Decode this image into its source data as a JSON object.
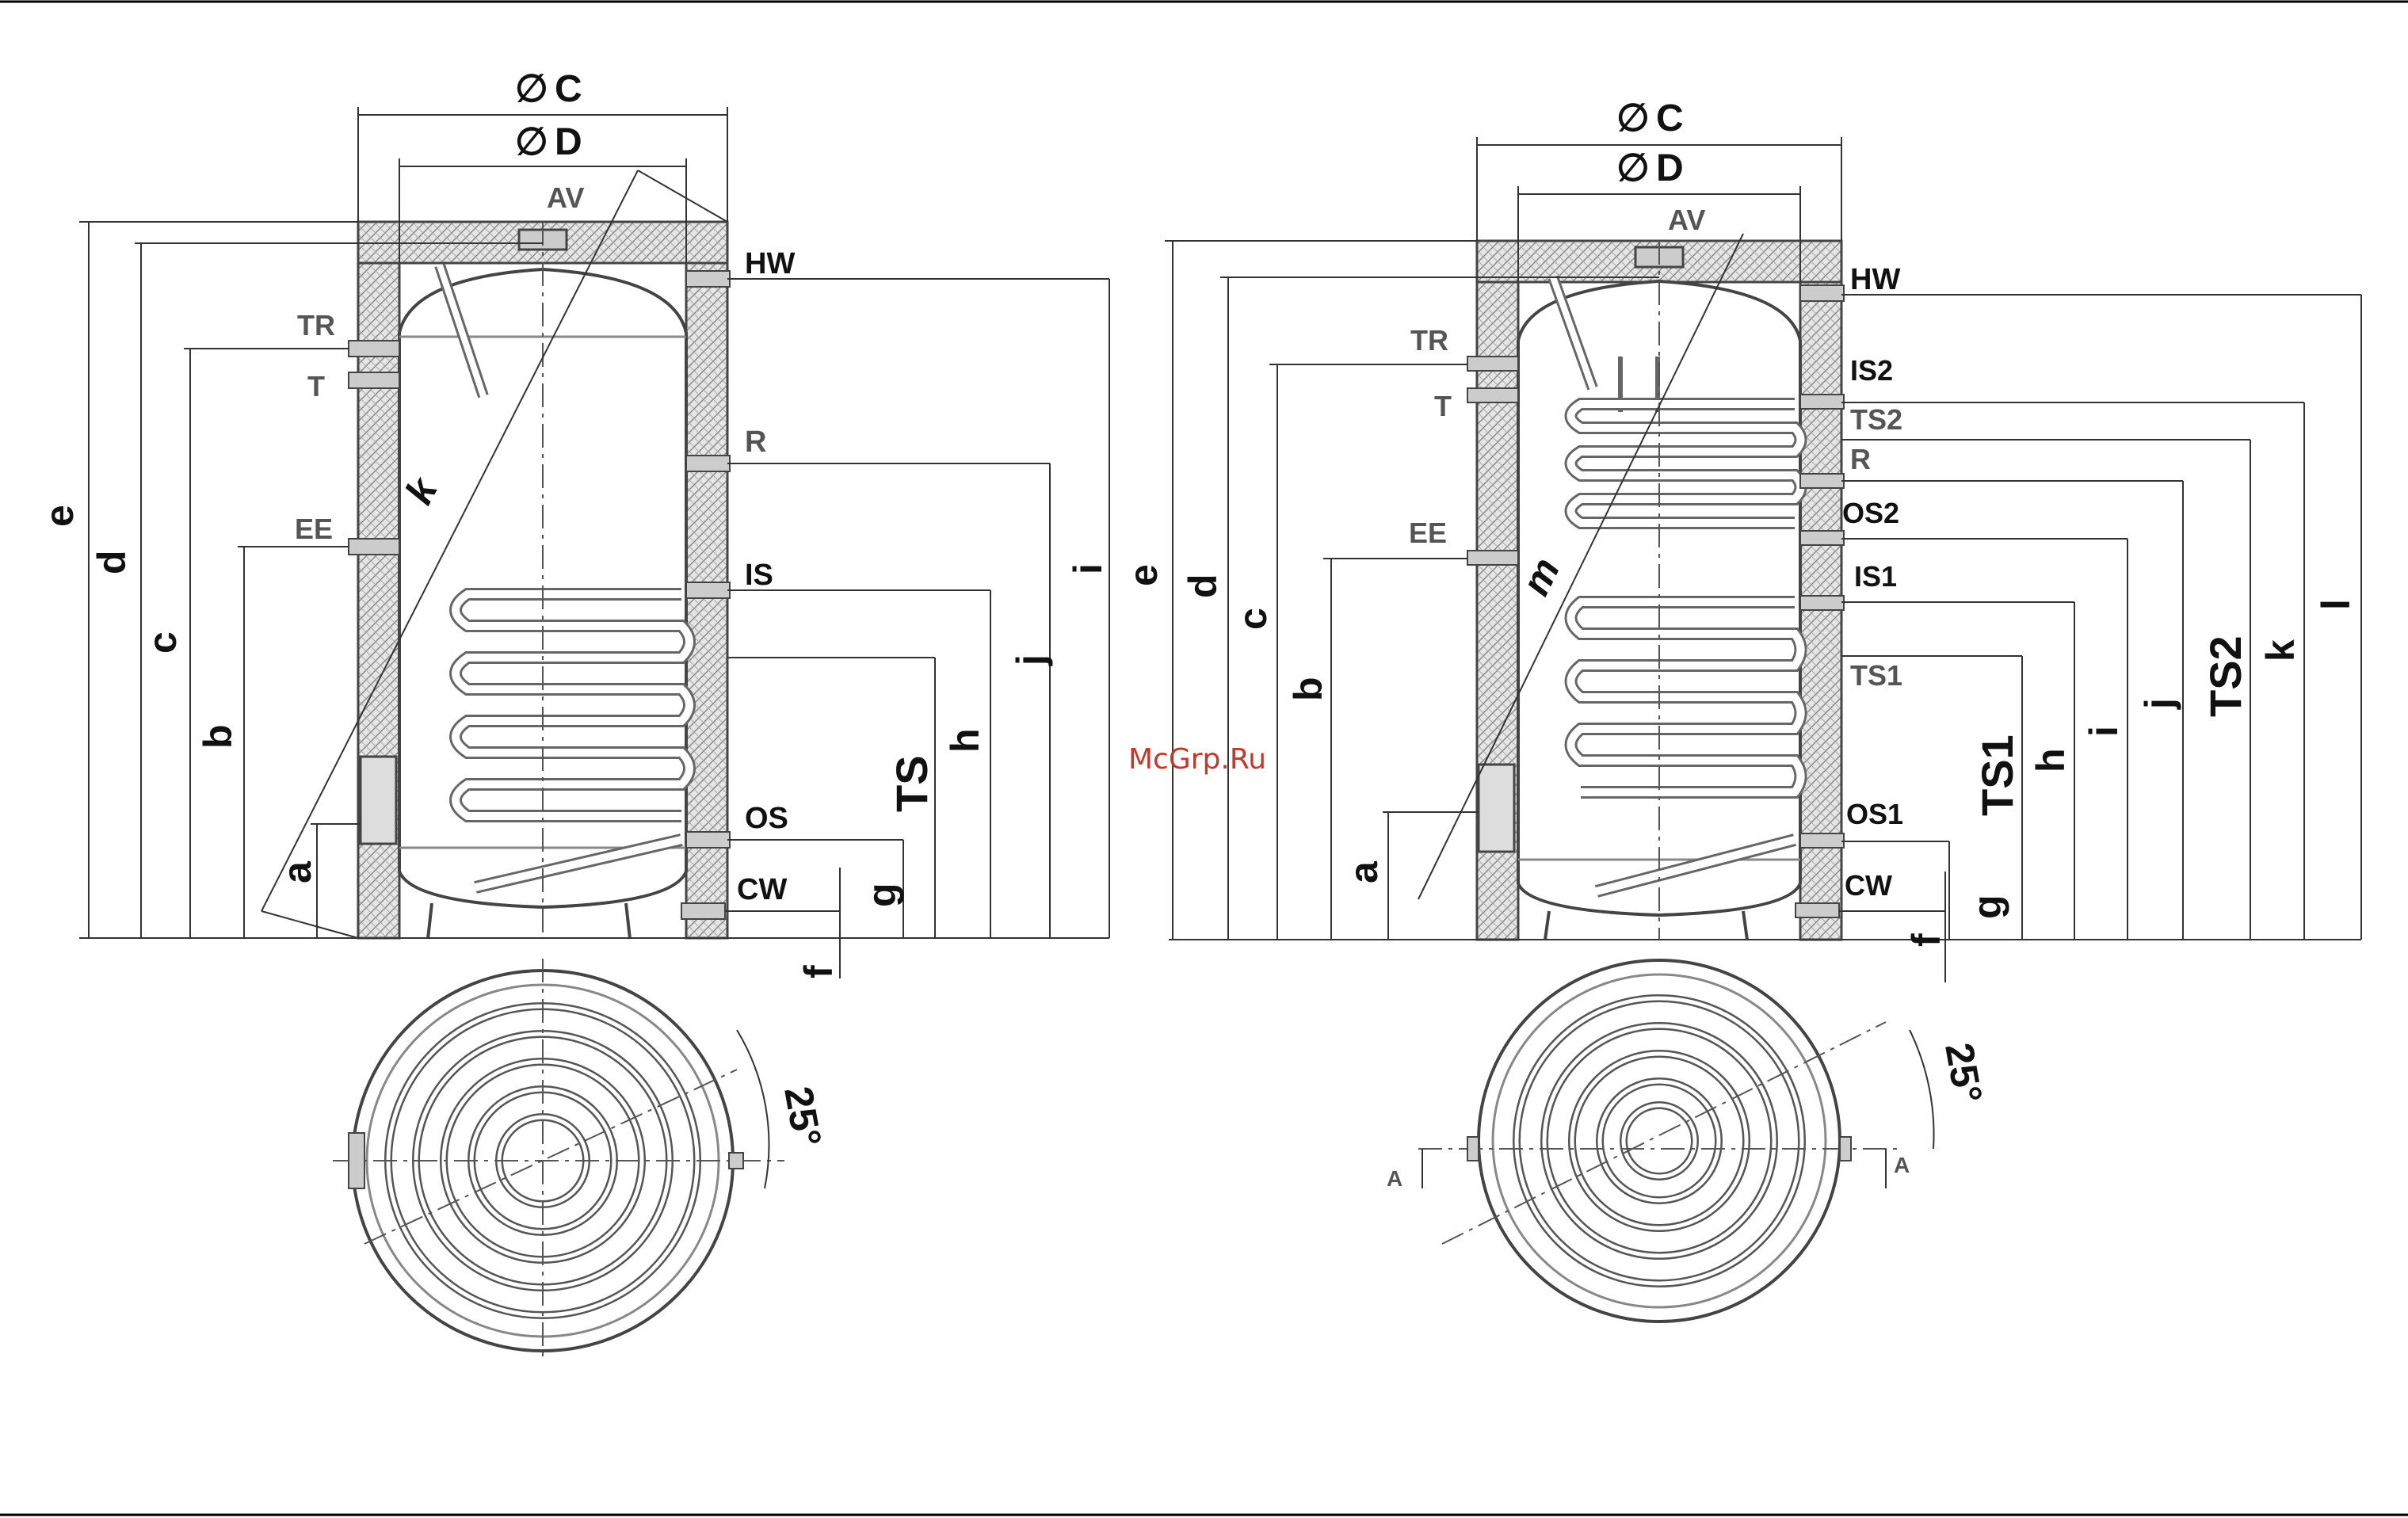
{
  "watermark": "McGrp.Ru",
  "left": {
    "diam_outer": "C",
    "diam_inner": "D",
    "diam_symbol": "∅",
    "ports": {
      "AV": "AV",
      "HW": "HW",
      "TR": "TR",
      "T": "T",
      "R": "R",
      "EE": "EE",
      "IS": "IS",
      "OS": "OS",
      "CW": "CW"
    },
    "dims": {
      "e": "e",
      "d": "d",
      "c": "c",
      "b": "b",
      "a": "a",
      "k": "k",
      "i": "i",
      "j": "j",
      "h": "h",
      "TS": "TS",
      "g": "g",
      "f": "f"
    },
    "angle": "25°"
  },
  "right": {
    "diam_outer": "C",
    "diam_inner": "D",
    "diam_symbol": "∅",
    "ports": {
      "AV": "AV",
      "HW": "HW",
      "TR": "TR",
      "T": "T",
      "IS2": "IS2",
      "TS2": "TS2",
      "R": "R",
      "OS2": "OS2",
      "EE": "EE",
      "IS1": "IS1",
      "TS1": "TS1",
      "OS1": "OS1",
      "CW": "CW"
    },
    "dims": {
      "e": "e",
      "d": "d",
      "c": "c",
      "b": "b",
      "a": "a",
      "m": "m",
      "TS1": "TS1",
      "h": "h",
      "i": "i",
      "j": "j",
      "TS2": "TS2",
      "k": "k",
      "l": "l",
      "g": "g",
      "f": "f"
    },
    "angle": "25°",
    "section_left": "A",
    "section_right": "A"
  }
}
